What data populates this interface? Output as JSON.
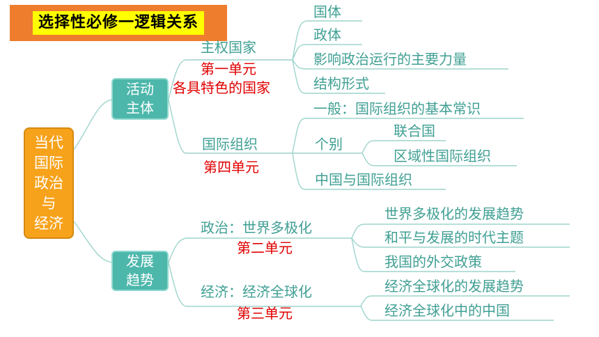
{
  "title": "选择性必修一逻辑关系",
  "root": "当代\n国际\n政治\n与\n经济",
  "branches": {
    "actors": {
      "label": "活动\n主体",
      "sovereign": {
        "label": "主权国家",
        "unit": "第一单元",
        "unit_title": "各具特色的国家",
        "items": [
          "国体",
          "政体",
          "影响政治运行的主要力量",
          "结构形式"
        ]
      },
      "intl_org": {
        "label": "国际组织",
        "unit": "第四单元",
        "general": "一般：国际组织的基本常识",
        "specific": "个别",
        "specific_items": [
          "联合国",
          "区域性国际组织"
        ],
        "china": "中国与国际组织"
      }
    },
    "trends": {
      "label": "发展\n趋势",
      "politics": {
        "label": "政治：世界多极化",
        "unit": "第二单元",
        "items": [
          "世界多极化的发展趋势",
          "和平与发展的时代主题",
          "我国的外交政策"
        ]
      },
      "economy": {
        "label": "经济：经济全球化",
        "unit": "第三单元",
        "items": [
          "经济全球化的发展趋势",
          "经济全球化中的中国"
        ]
      }
    }
  },
  "colors": {
    "banner": "#ef7d2e",
    "title_highlight": "#ffff00",
    "root": "#f7a21b",
    "node": "#4db7ab",
    "text_teal": "#3f9f93",
    "unit_red": "#e00000",
    "line": "#9ed4cc"
  }
}
